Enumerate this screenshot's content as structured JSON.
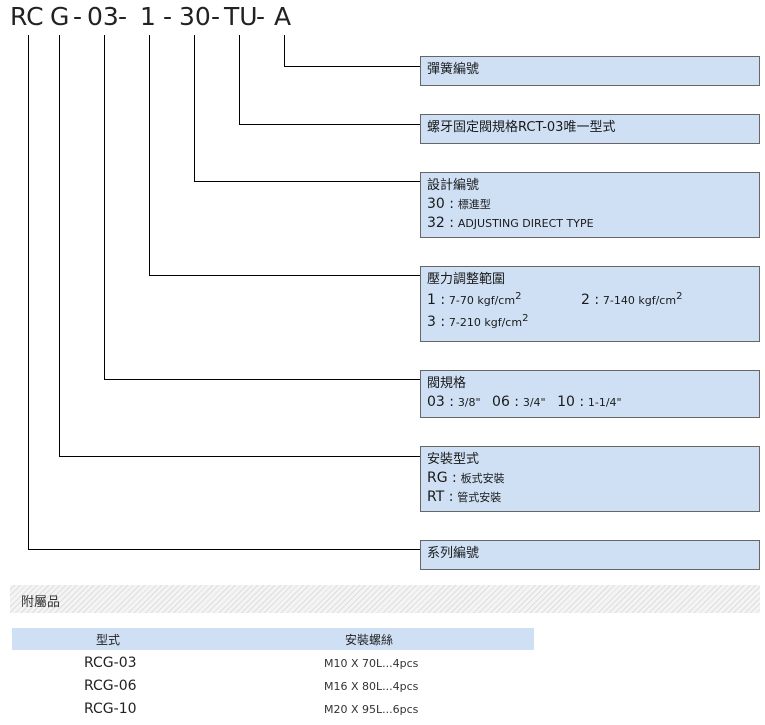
{
  "model_code": {
    "p_rc": "RC",
    "p_g": "G",
    "p_dash1": "-",
    "p_03": "03",
    "p_dash2": "-",
    "p_1": "1",
    "p_dash3": "-",
    "p_30": "30",
    "p_dash4": "-",
    "p_tu": "TU",
    "p_dash5": "-",
    "p_a": "A"
  },
  "boxes": {
    "spring": {
      "title": "彈簧編號"
    },
    "valve_fix": {
      "title": "螺牙固定閥規格RCT-03唯一型式"
    },
    "design": {
      "title": "設計編號",
      "l1_code": "30 :",
      "l1_text": "標進型",
      "l2_code": "32 :",
      "l2_text": "ADJUSTING DIRECT TYPE"
    },
    "pressure": {
      "title": "壓力調整範圍",
      "o1_code": "1 :",
      "o1_text": "7-70 kgf/cm",
      "o1_sup": "2",
      "o2_code": "2 :",
      "o2_text": "7-140 kgf/cm",
      "o2_sup": "2",
      "o3_code": "3 :",
      "o3_text": "7-210 kgf/cm",
      "o3_sup": "2"
    },
    "size": {
      "title": "閥規格",
      "s1_code": "03 :",
      "s1_text": "3/8\"",
      "s2_code": "06 :",
      "s2_text": "3/4\"",
      "s3_code": "10 :",
      "s3_text": "1-1/4\""
    },
    "mount": {
      "title": "安裝型式",
      "m1_code": "RG :",
      "m1_text": "板式安裝",
      "m2_code": "RT :",
      "m2_text": "管式安裝"
    },
    "series": {
      "title": "系列編號"
    }
  },
  "accessories": {
    "title": "附屬品",
    "col_model": "型式",
    "col_bolts": "安裝螺絲",
    "rows": [
      {
        "model": "RCG-03",
        "bolts": "M10 X 70L...4pcs"
      },
      {
        "model": "RCG-06",
        "bolts": "M16 X 80L...4pcs"
      },
      {
        "model": "RCG-10",
        "bolts": "M20 X 95L...6pcs"
      }
    ]
  },
  "colors": {
    "box_fill": "#cfe0f4",
    "line": "#000000"
  }
}
